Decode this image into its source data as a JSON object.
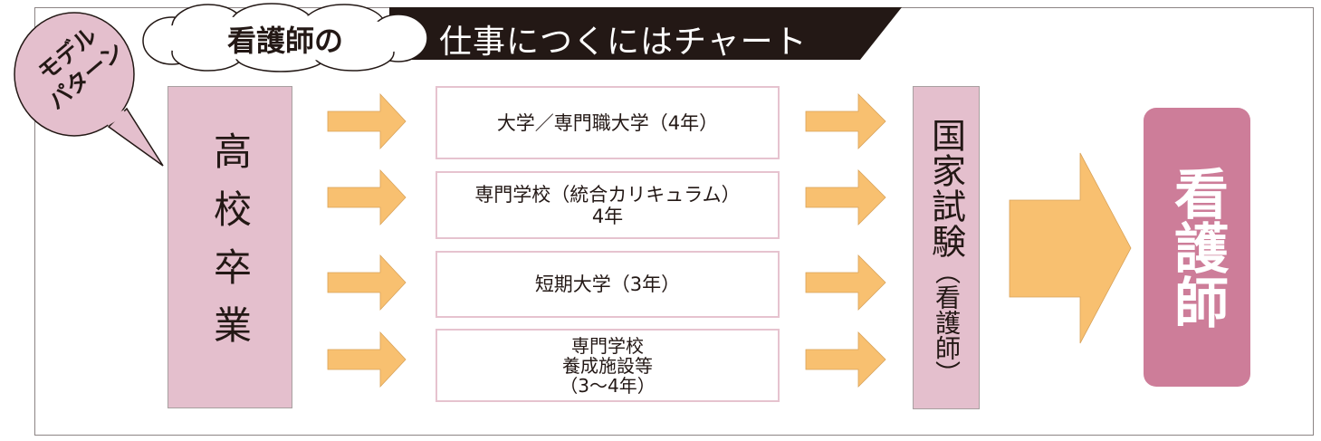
{
  "title": {
    "cloud_text": "看護師の",
    "banner_text": "仕事につくにはチャート"
  },
  "bubble": {
    "line1": "モデル",
    "line2": "パターン"
  },
  "start": {
    "label": "高校卒業"
  },
  "paths": [
    {
      "label": "大学／専門職大学（4年）"
    },
    {
      "label": "専門学校（統合カリキュラム）\n4年"
    },
    {
      "label": "短期大学（3年）"
    },
    {
      "label": "専門学校\n養成施設等\n（3〜4年）"
    }
  ],
  "exam": {
    "label": "国家試験",
    "sub": "（看護師）"
  },
  "goal": {
    "label": "看護師"
  },
  "colors": {
    "pink": "#e4bfcd",
    "arrow": "#f8c070",
    "goal": "#cd7d99",
    "banner": "#231815"
  }
}
